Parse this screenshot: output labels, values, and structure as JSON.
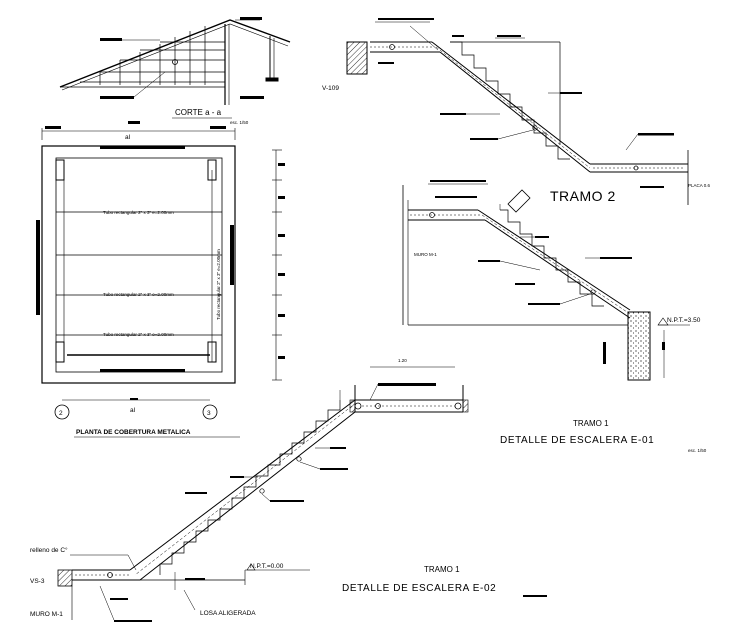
{
  "section_view": {
    "label": "CORTE a - a",
    "scale": "esc. 1/50"
  },
  "roof_plan": {
    "title": "PLANTA DE COBERTURA METALICA",
    "dim_center": "al",
    "tube_labels": [
      "Tubo rectangular 2\" x 3\" e=2.00mm",
      "Tubo rectangular 2\" x 3\" e=2.00mm",
      "Tubo rectangular 2\" x 3\" e=2.00mm"
    ],
    "side_tube_label": "Tubo rectangular 2\" x 3\" e=2.00mm",
    "axis_left": "2",
    "axis_right": "3",
    "axis_dim": "al"
  },
  "stair_e01": {
    "beam_label": "V-109",
    "tramo2": "TRAMO 2",
    "tramo1": "TRAMO 1",
    "title": "DETALLE DE ESCALERA E-01",
    "scale": "esc. 1/50",
    "muro": "MURO M-1",
    "npt": "N.P.T.=3.50",
    "slab_ref": "PLACA 0.6"
  },
  "stair_e02": {
    "relleno": "relleno de C°",
    "vs": "VS-3",
    "muro": "MURO M-1",
    "losa": "LOSA ALIGERADA",
    "npt": "N.P.T.=0.00",
    "tramo1": "TRAMO 1",
    "title": "DETALLE DE ESCALERA E-02",
    "top_dim": "1.20"
  }
}
